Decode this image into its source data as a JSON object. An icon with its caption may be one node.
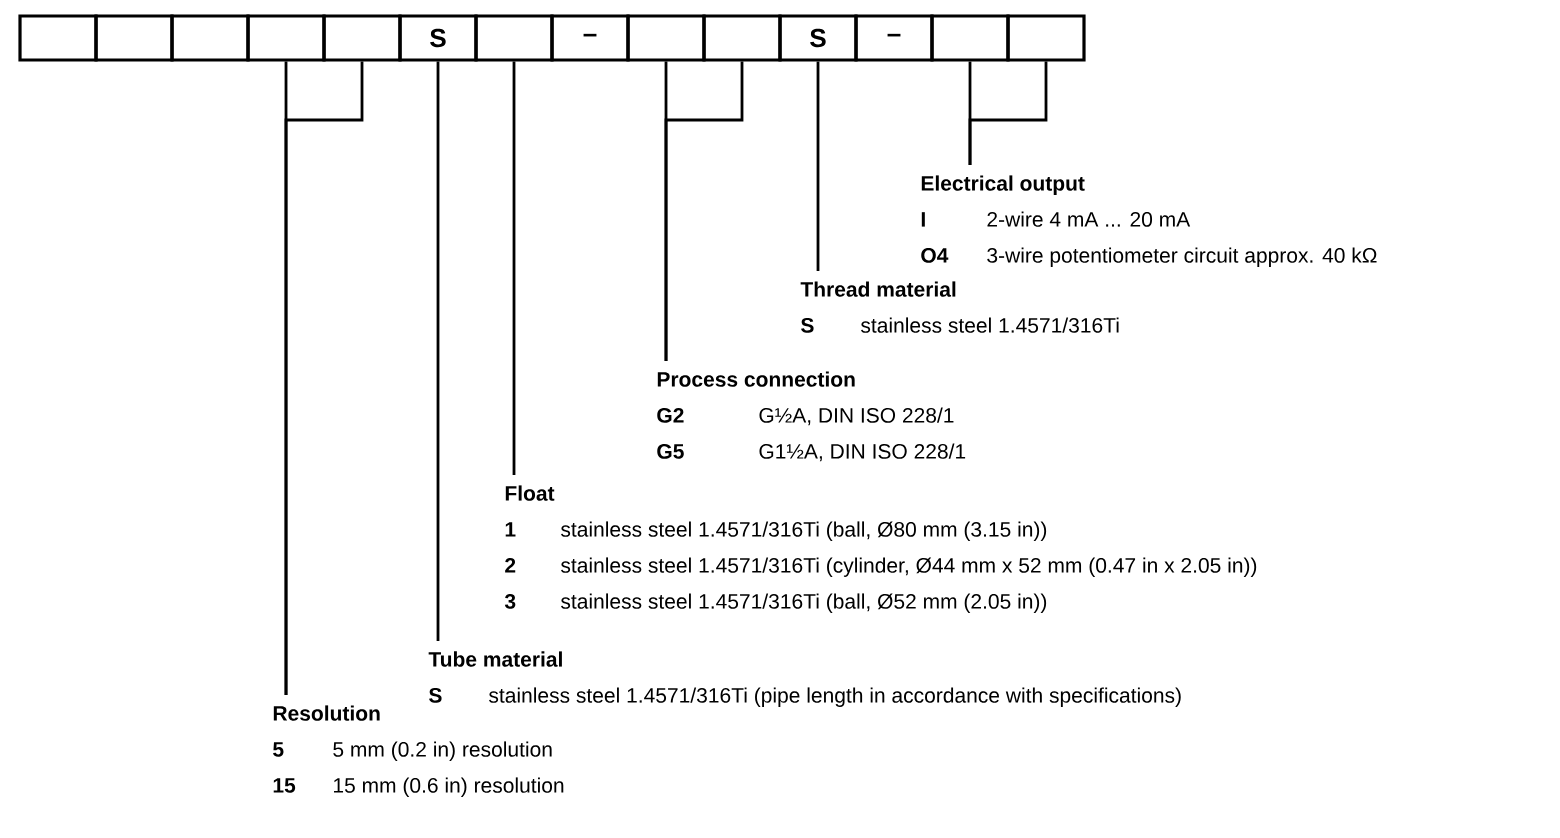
{
  "diagram": {
    "nodes": [
      {
        "text": [],
        "shape": "box"
      },
      {
        "text": [],
        "shape": "box"
      },
      {
        "text": [],
        "shape": "box"
      },
      {
        "text": [],
        "shape": "box"
      },
      {
        "text": [],
        "shape": "box"
      },
      {
        "text": [
          "S"
        ]
      },
      {
        "text": [],
        "shape": "box"
      },
      {
        "text": [
          "–"
        ]
      },
      {
        "text": [],
        "shape": "box"
      },
      {
        "text": [],
        "shape": "box"
      },
      {
        "text": [
          "S"
        ]
      },
      {
        "text": [
          "–"
        ]
      },
      {
        "text": [],
        "shape": "box"
      },
      {
        "text": [],
        "shape": "box"
      },
      {
        "text": [
          "Electrical output",
          "I",
          "2-wire 4 mA ... 20 mA",
          "O4",
          "3-wire potentiometer circuit approx. 40 kΩ"
        ]
      },
      {
        "text": [
          "Thread material",
          "S",
          "stainless steel 1.4571/316Ti"
        ]
      },
      {
        "text": [
          "Process connection",
          "G2",
          "G½A, DIN ISO 228/1",
          "G5",
          "G1½A, DIN ISO 228/1"
        ]
      },
      {
        "text": [
          "Float",
          "1",
          "stainless steel 1.4571/316Ti (ball, Ø80 mm (3.15 in))",
          "2",
          "stainless steel 1.4571/316Ti (cylinder, Ø44 mm x 52 mm (0.47 in x 2.05 in))",
          "3",
          "stainless steel 1.4571/316Ti (ball, Ø52 mm (2.05 in))"
        ]
      },
      {
        "text": [
          "Tube material",
          "S",
          "stainless steel 1.4571/316Ti (pipe length in accordance with specifications)"
        ]
      },
      {
        "text": [
          "Resolution",
          "5",
          "5 mm (0.2 in) resolution",
          "15",
          "15 mm (0.6 in) resolution"
        ]
      }
    ],
    "edges": [
      {
        "from": 14,
        "to": 12,
        "arrow": "none"
      },
      {
        "from": 14,
        "to": 13,
        "arrow": "none"
      },
      {
        "from": 15,
        "to": 10,
        "arrow": "none"
      },
      {
        "from": 16,
        "to": 8,
        "arrow": "none"
      },
      {
        "from": 16,
        "to": 9,
        "arrow": "none"
      },
      {
        "from": 17,
        "to": 6,
        "arrow": "none"
      },
      {
        "from": 18,
        "to": 5,
        "arrow": "none"
      },
      {
        "from": 19,
        "to": 3,
        "arrow": "none"
      },
      {
        "from": 19,
        "to": 4,
        "arrow": "none"
      }
    ]
  }
}
